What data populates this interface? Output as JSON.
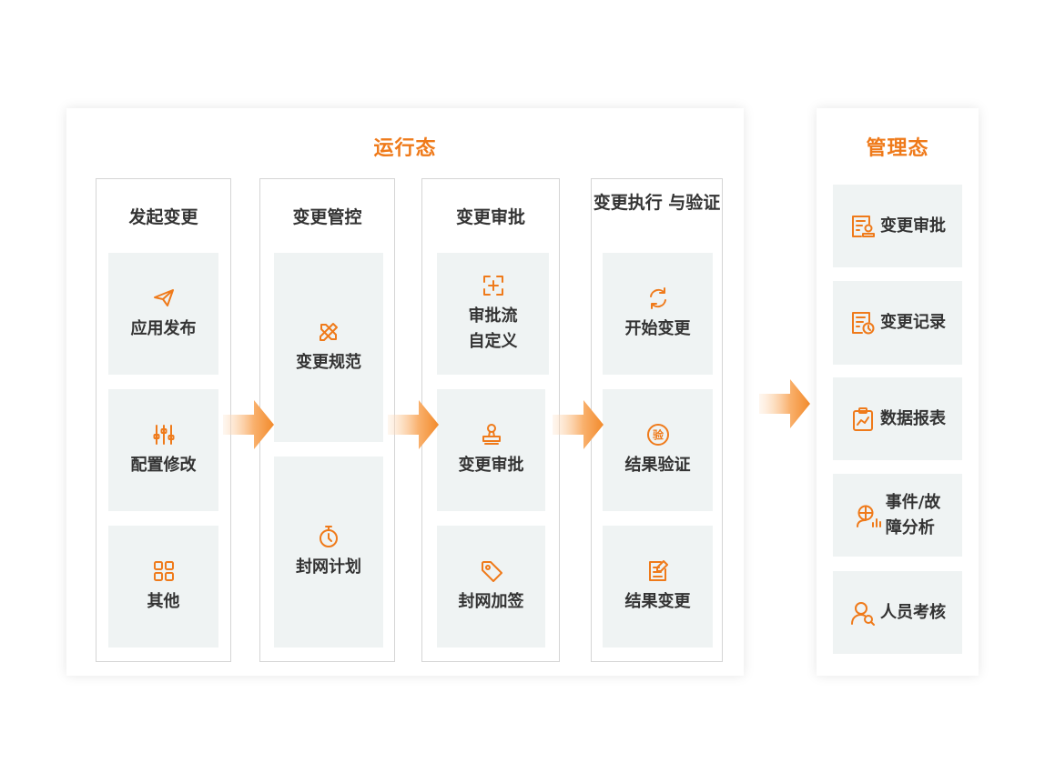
{
  "runtime": {
    "title": "运行态",
    "columns": [
      {
        "title": "发起变更",
        "cards": [
          "应用发布",
          "配置修改",
          "其他"
        ]
      },
      {
        "title": "变更管控",
        "cards": [
          "变更规范",
          "封网计划"
        ]
      },
      {
        "title": "变更审批",
        "cards": [
          "审批流\n自定义",
          "变更审批",
          "封网加签"
        ]
      },
      {
        "title": "变更执行\n与验证",
        "cards": [
          "开始变更",
          "结果验证",
          "结果变更"
        ]
      }
    ]
  },
  "management": {
    "title": "管理态",
    "cards": [
      "变更审批",
      "变更记录",
      "数据报表",
      "事件/故\n障分析",
      "人员考核"
    ]
  },
  "icons": {
    "runtime": [
      [
        "paper-plane-icon",
        "sliders-icon",
        "grid-icon"
      ],
      [
        "pencil-ruler-icon",
        "stopwatch-icon"
      ],
      [
        "add-frame-icon",
        "stamp-icon",
        "tag-icon"
      ],
      [
        "refresh-icon",
        "verify-seal-icon",
        "edit-document-icon"
      ]
    ],
    "management": [
      "approval-form-icon",
      "record-clock-icon",
      "clipboard-chart-icon",
      "incident-analysis-icon",
      "user-search-icon"
    ]
  },
  "colors": {
    "accent": "#ef7a1a",
    "card_bg": "#eff3f3",
    "border": "#d5d5d5",
    "text": "#333333"
  }
}
